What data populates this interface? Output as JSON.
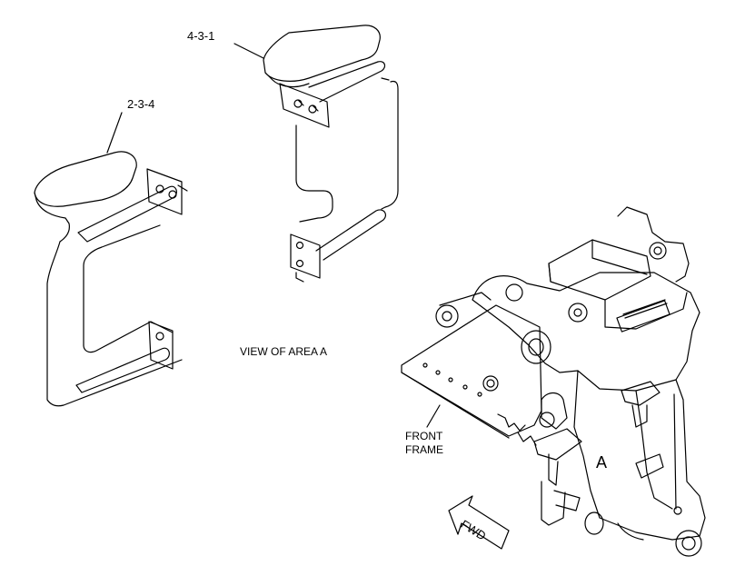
{
  "labels": {
    "callout_top": "4-3-1",
    "callout_left": "2-3-4",
    "view_caption": "VIEW OF AREA  A",
    "front_frame_line1": "FRONT",
    "front_frame_line2": "FRAME",
    "area_marker": "A",
    "direction_arrow": "FWD"
  }
}
